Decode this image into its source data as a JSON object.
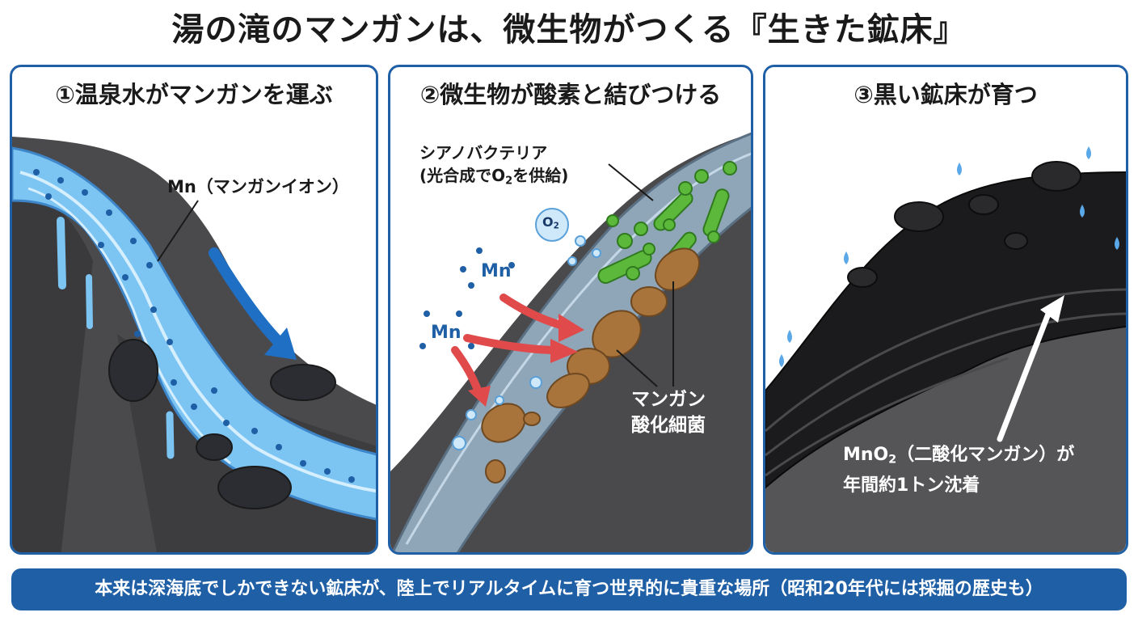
{
  "title": "湯の滝のマンガンは、微生物がつくる『生きた鉱床』",
  "panel1": {
    "title": "①温泉水がマンガンを運ぶ",
    "label": "Mn（マンガンイオン）"
  },
  "panel2": {
    "title": "②微生物が酸素と結びつける",
    "cyano_line1": "シアノバクテリア",
    "cyano_line2_pre": "(光合成でO",
    "cyano_line2_sub": "2",
    "cyano_line2_post": "を供給)",
    "o2_text": "O",
    "o2_sub": "2",
    "mn1": "Mn",
    "mn2": "Mn",
    "bacteria_line1": "マンガン",
    "bacteria_line2": "酸化細菌"
  },
  "panel3": {
    "title": "③黒い鉱床が育つ",
    "label_line1_pre": "MnO",
    "label_line1_sub": "2",
    "label_line1_post": "（二酸化マンガン）が",
    "label_line2": "年間約1トン沈着"
  },
  "footer": "本来は深海底でしかできない鉱床が、陸上でリアルタイムに育つ世界的に貴重な場所（昭和20年代には採掘の歴史も）",
  "colors": {
    "frame": "#1f5fa5",
    "water": "#7cc4f2",
    "arrow_blue": "#1f6fc5",
    "arrow_red": "#e04a4a",
    "cyano": "#5cb83a",
    "bacteria": "#a8743c",
    "rock": "#3a3a3c"
  }
}
